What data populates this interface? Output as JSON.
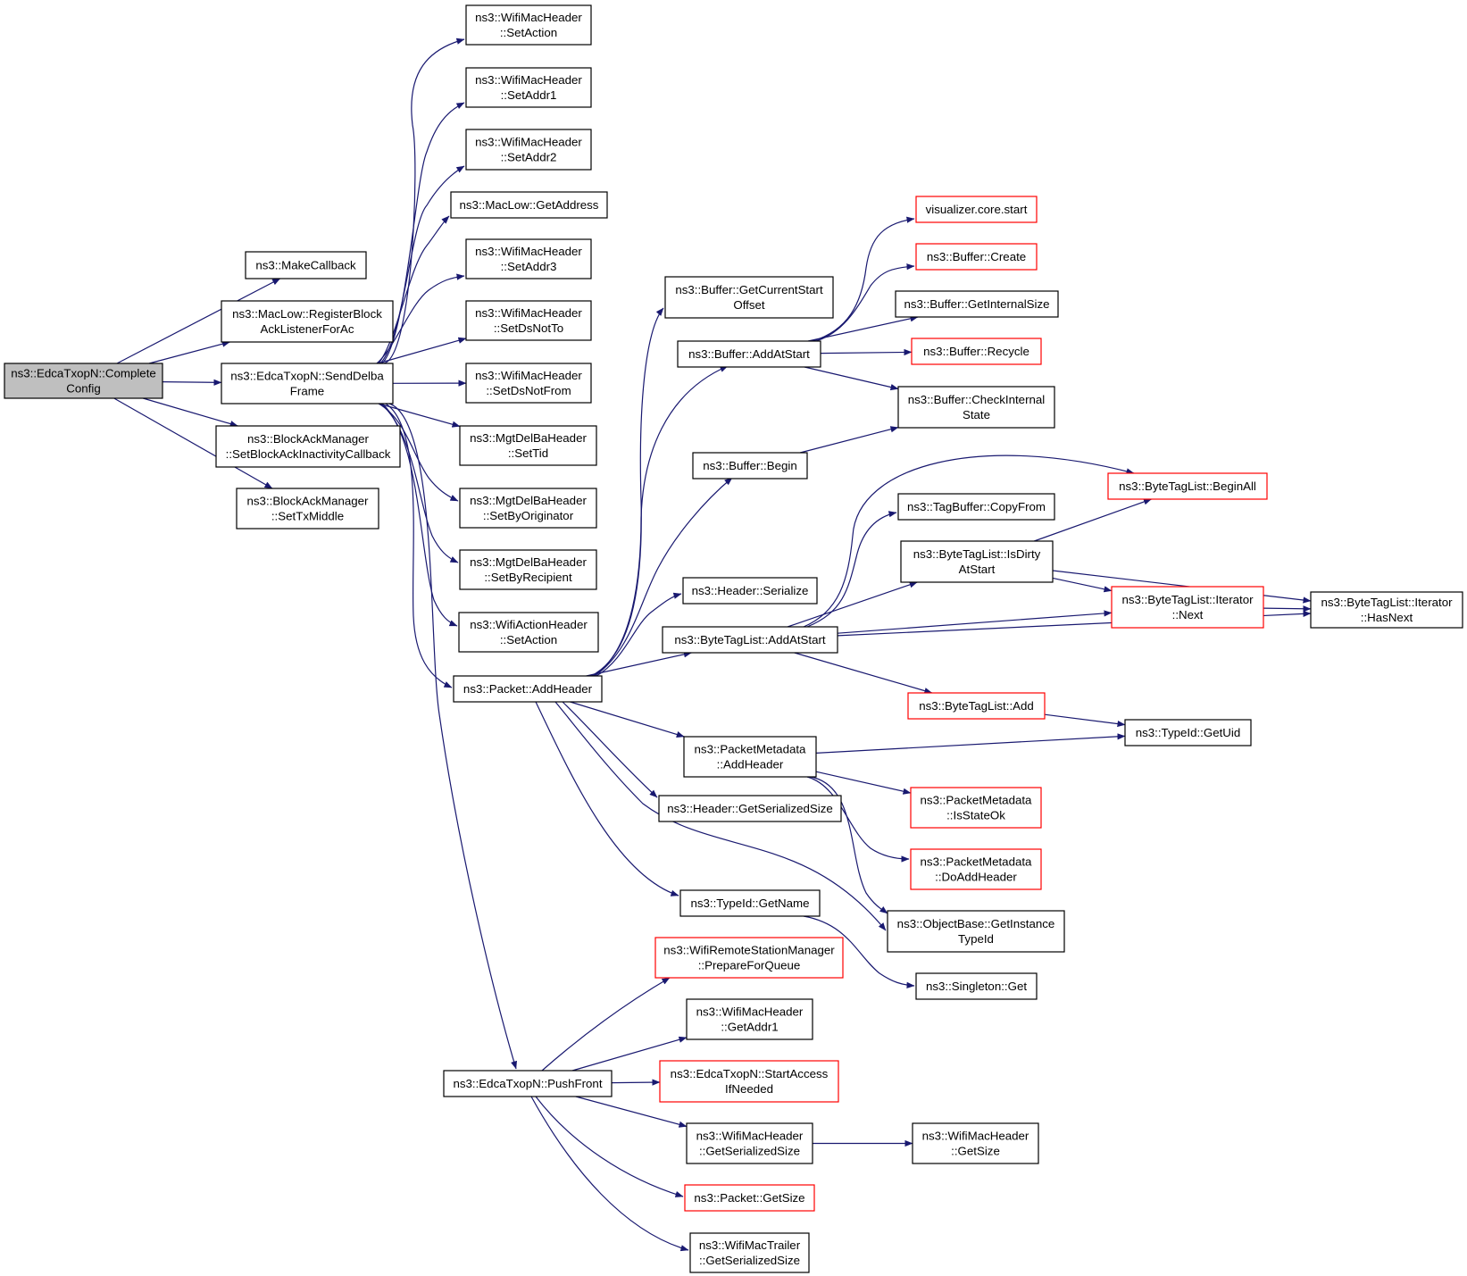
{
  "colors": {
    "edge": "#191970",
    "root_fill": "#bfbfbf",
    "red_border": "#ff0000",
    "border": "#000000"
  },
  "nodes": [
    {
      "id": "completeConfig",
      "lines": [
        "ns3::EdcaTxopN::Complete",
        "Config"
      ],
      "style": "root"
    },
    {
      "id": "makeCallback",
      "lines": [
        "ns3::MakeCallback"
      ]
    },
    {
      "id": "registerBlock",
      "lines": [
        "ns3::MacLow::RegisterBlock",
        "AckListenerForAc"
      ]
    },
    {
      "id": "sendDelba",
      "lines": [
        "ns3::EdcaTxopN::SendDelba",
        "Frame"
      ]
    },
    {
      "id": "setBAInact",
      "lines": [
        "ns3::BlockAckManager",
        "::SetBlockAckInactivityCallback"
      ]
    },
    {
      "id": "setTxMiddle",
      "lines": [
        "ns3::BlockAckManager",
        "::SetTxMiddle"
      ]
    },
    {
      "id": "setAction",
      "lines": [
        "ns3::WifiMacHeader",
        "::SetAction"
      ]
    },
    {
      "id": "setAddr1",
      "lines": [
        "ns3::WifiMacHeader",
        "::SetAddr1"
      ]
    },
    {
      "id": "setAddr2",
      "lines": [
        "ns3::WifiMacHeader",
        "::SetAddr2"
      ]
    },
    {
      "id": "getAddress",
      "lines": [
        "ns3::MacLow::GetAddress"
      ]
    },
    {
      "id": "setAddr3",
      "lines": [
        "ns3::WifiMacHeader",
        "::SetAddr3"
      ]
    },
    {
      "id": "setDsNotTo",
      "lines": [
        "ns3::WifiMacHeader",
        "::SetDsNotTo"
      ]
    },
    {
      "id": "setDsNotFrom",
      "lines": [
        "ns3::WifiMacHeader",
        "::SetDsNotFrom"
      ]
    },
    {
      "id": "setTid",
      "lines": [
        "ns3::MgtDelBaHeader",
        "::SetTid"
      ]
    },
    {
      "id": "setByOrig",
      "lines": [
        "ns3::MgtDelBaHeader",
        "::SetByOriginator"
      ]
    },
    {
      "id": "setByRecip",
      "lines": [
        "ns3::MgtDelBaHeader",
        "::SetByRecipient"
      ]
    },
    {
      "id": "actionSetAction",
      "lines": [
        "ns3::WifiActionHeader",
        "::SetAction"
      ]
    },
    {
      "id": "addHeader",
      "lines": [
        "ns3::Packet::AddHeader"
      ]
    },
    {
      "id": "pushFront",
      "lines": [
        "ns3::EdcaTxopN::PushFront"
      ]
    },
    {
      "id": "getCurStart",
      "lines": [
        "ns3::Buffer::GetCurrentStart",
        "Offset"
      ]
    },
    {
      "id": "bufAddAtStart",
      "lines": [
        "ns3::Buffer::AddAtStart"
      ]
    },
    {
      "id": "bufBegin",
      "lines": [
        "ns3::Buffer::Begin"
      ]
    },
    {
      "id": "hdrSerialize",
      "lines": [
        "ns3::Header::Serialize"
      ]
    },
    {
      "id": "btlAddAtStart",
      "lines": [
        "ns3::ByteTagList::AddAtStart"
      ]
    },
    {
      "id": "pmAddHeader",
      "lines": [
        "ns3::PacketMetadata",
        "::AddHeader"
      ]
    },
    {
      "id": "hdrGetSerSize",
      "lines": [
        "ns3::Header::GetSerializedSize"
      ]
    },
    {
      "id": "typeGetName",
      "lines": [
        "ns3::TypeId::GetName"
      ]
    },
    {
      "id": "vizStart",
      "lines": [
        "visualizer.core.start"
      ],
      "style": "red"
    },
    {
      "id": "bufCreate",
      "lines": [
        "ns3::Buffer::Create"
      ],
      "style": "red"
    },
    {
      "id": "bufGetIntSize",
      "lines": [
        "ns3::Buffer::GetInternalSize"
      ]
    },
    {
      "id": "bufRecycle",
      "lines": [
        "ns3::Buffer::Recycle"
      ],
      "style": "red"
    },
    {
      "id": "bufCheckInt",
      "lines": [
        "ns3::Buffer::CheckInternal",
        "State"
      ]
    },
    {
      "id": "tagCopyFrom",
      "lines": [
        "ns3::TagBuffer::CopyFrom"
      ]
    },
    {
      "id": "btlIsDirty",
      "lines": [
        "ns3::ByteTagList::IsDirty",
        "AtStart"
      ]
    },
    {
      "id": "btlAdd",
      "lines": [
        "ns3::ByteTagList::Add"
      ],
      "style": "red"
    },
    {
      "id": "pmIsStateOk",
      "lines": [
        "ns3::PacketMetadata",
        "::IsStateOk"
      ],
      "style": "red"
    },
    {
      "id": "pmDoAddHeader",
      "lines": [
        "ns3::PacketMetadata",
        "::DoAddHeader"
      ],
      "style": "red"
    },
    {
      "id": "objGetInst",
      "lines": [
        "ns3::ObjectBase::GetInstance",
        "TypeId"
      ]
    },
    {
      "id": "singletonGet",
      "lines": [
        "ns3::Singleton::Get"
      ]
    },
    {
      "id": "btlBeginAll",
      "lines": [
        "ns3::ByteTagList::BeginAll"
      ],
      "style": "red"
    },
    {
      "id": "btlIterNext",
      "lines": [
        "ns3::ByteTagList::Iterator",
        "::Next"
      ],
      "style": "red"
    },
    {
      "id": "btlIterHasNext",
      "lines": [
        "ns3::ByteTagList::Iterator",
        "::HasNext"
      ]
    },
    {
      "id": "typeGetUid",
      "lines": [
        "ns3::TypeId::GetUid"
      ]
    },
    {
      "id": "prepForQueue",
      "lines": [
        "ns3::WifiRemoteStationManager",
        "::PrepareForQueue"
      ],
      "style": "red"
    },
    {
      "id": "getAddr1",
      "lines": [
        "ns3::WifiMacHeader",
        "::GetAddr1"
      ]
    },
    {
      "id": "startAccess",
      "lines": [
        "ns3::EdcaTxopN::StartAccess",
        "IfNeeded"
      ],
      "style": "red"
    },
    {
      "id": "wmhGetSerSize",
      "lines": [
        "ns3::WifiMacHeader",
        "::GetSerializedSize"
      ]
    },
    {
      "id": "pktGetSize",
      "lines": [
        "ns3::Packet::GetSize"
      ],
      "style": "red"
    },
    {
      "id": "trailerGetSerSize",
      "lines": [
        "ns3::WifiMacTrailer",
        "::GetSerializedSize"
      ]
    },
    {
      "id": "wmhGetSize",
      "lines": [
        "ns3::WifiMacHeader",
        "::GetSize"
      ]
    }
  ],
  "edges": [
    [
      "completeConfig",
      "makeCallback"
    ],
    [
      "completeConfig",
      "registerBlock"
    ],
    [
      "completeConfig",
      "sendDelba"
    ],
    [
      "completeConfig",
      "setBAInact"
    ],
    [
      "completeConfig",
      "setTxMiddle"
    ],
    [
      "sendDelba",
      "setAction"
    ],
    [
      "sendDelba",
      "setAddr1"
    ],
    [
      "sendDelba",
      "setAddr2"
    ],
    [
      "sendDelba",
      "getAddress"
    ],
    [
      "sendDelba",
      "setAddr3"
    ],
    [
      "sendDelba",
      "setDsNotTo"
    ],
    [
      "sendDelba",
      "setDsNotFrom"
    ],
    [
      "sendDelba",
      "setTid"
    ],
    [
      "sendDelba",
      "setByOrig"
    ],
    [
      "sendDelba",
      "setByRecip"
    ],
    [
      "sendDelba",
      "actionSetAction"
    ],
    [
      "sendDelba",
      "addHeader"
    ],
    [
      "sendDelba",
      "pushFront"
    ],
    [
      "addHeader",
      "getCurStart"
    ],
    [
      "addHeader",
      "bufAddAtStart"
    ],
    [
      "addHeader",
      "bufBegin"
    ],
    [
      "addHeader",
      "hdrSerialize"
    ],
    [
      "addHeader",
      "btlAddAtStart"
    ],
    [
      "addHeader",
      "pmAddHeader"
    ],
    [
      "addHeader",
      "hdrGetSerSize"
    ],
    [
      "addHeader",
      "typeGetName"
    ],
    [
      "addHeader",
      "objGetInst"
    ],
    [
      "bufAddAtStart",
      "vizStart"
    ],
    [
      "bufAddAtStart",
      "bufCreate"
    ],
    [
      "bufAddAtStart",
      "bufGetIntSize"
    ],
    [
      "bufAddAtStart",
      "bufRecycle"
    ],
    [
      "bufAddAtStart",
      "bufCheckInt"
    ],
    [
      "bufBegin",
      "bufCheckInt"
    ],
    [
      "btlAddAtStart",
      "btlBeginAll"
    ],
    [
      "btlAddAtStart",
      "tagCopyFrom"
    ],
    [
      "btlAddAtStart",
      "btlIsDirty"
    ],
    [
      "btlAddAtStart",
      "btlIterNext"
    ],
    [
      "btlAddAtStart",
      "btlIterHasNext"
    ],
    [
      "btlAddAtStart",
      "btlAdd"
    ],
    [
      "btlIsDirty",
      "btlBeginAll"
    ],
    [
      "btlIsDirty",
      "btlIterNext"
    ],
    [
      "btlIsDirty",
      "btlIterHasNext"
    ],
    [
      "btlIterNext",
      "btlIterHasNext"
    ],
    [
      "btlAdd",
      "typeGetUid"
    ],
    [
      "pmAddHeader",
      "typeGetUid"
    ],
    [
      "pmAddHeader",
      "pmIsStateOk"
    ],
    [
      "pmAddHeader",
      "pmDoAddHeader"
    ],
    [
      "pmAddHeader",
      "objGetInst"
    ],
    [
      "typeGetName",
      "singletonGet"
    ],
    [
      "pushFront",
      "prepForQueue"
    ],
    [
      "pushFront",
      "getAddr1"
    ],
    [
      "pushFront",
      "startAccess"
    ],
    [
      "pushFront",
      "wmhGetSerSize"
    ],
    [
      "pushFront",
      "pktGetSize"
    ],
    [
      "pushFront",
      "trailerGetSerSize"
    ],
    [
      "wmhGetSerSize",
      "wmhGetSize"
    ]
  ]
}
